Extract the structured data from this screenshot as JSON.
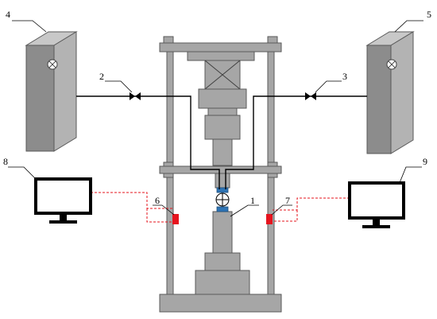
{
  "callouts": [
    {
      "label": "1",
      "part": "specimen"
    },
    {
      "label": "2",
      "part": "left-valve"
    },
    {
      "label": "3",
      "part": "right-valve"
    },
    {
      "label": "4",
      "part": "left-cabinet"
    },
    {
      "label": "5",
      "part": "right-cabinet"
    },
    {
      "label": "6",
      "part": "left-sensor"
    },
    {
      "label": "7",
      "part": "right-sensor"
    },
    {
      "label": "8",
      "part": "left-monitor"
    },
    {
      "label": "9",
      "part": "right-monitor"
    }
  ],
  "colors": {
    "frame_fill": "#a6a6a6",
    "frame_stroke": "#595959",
    "cabinet_front": "#8c8c8c",
    "cabinet_side": "#b3b3b3",
    "pipe": "#000000",
    "sensor": "#e6141e",
    "signal_line": "#e6141e",
    "clamp": "#2e74b5",
    "monitor": "#000000"
  }
}
